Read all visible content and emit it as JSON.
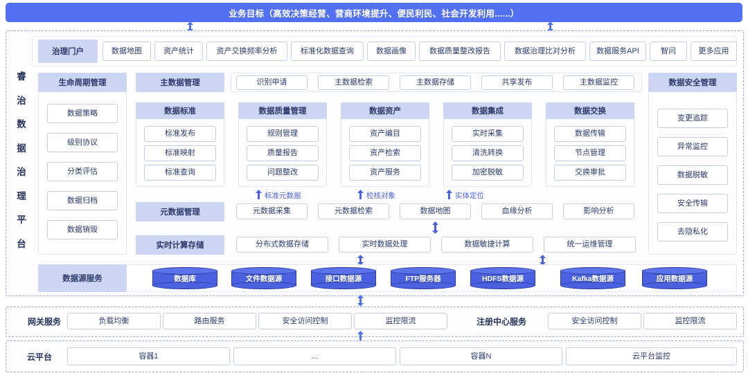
{
  "banner": {
    "title": "业务目标（高效决策经营、营商环境提升、便民利民、社会开发利用......）"
  },
  "platform": {
    "vertical_title_chars": [
      "睿",
      "治",
      "数",
      "据",
      "治",
      "理",
      "平",
      "台"
    ],
    "vertical_title": "睿治数据治理平台"
  },
  "portal": {
    "header": "治理门户",
    "items": [
      "数据地图",
      "资产统计",
      "资产交换频率分析",
      "标准化数据查询",
      "数据画像",
      "数据质量整改报告",
      "数据治理比对分析",
      "数据服务API",
      "智问",
      "更多应用"
    ]
  },
  "lifecycle": {
    "header": "生命周期管理",
    "items": [
      "数据策略",
      "级别协议",
      "分类评估",
      "数据归档",
      "数据销毁"
    ]
  },
  "security": {
    "header": "数据安全管理",
    "items": [
      "变更追踪",
      "异常监控",
      "数据脱敏",
      "安全传输",
      "去隐私化"
    ]
  },
  "master_data": {
    "header": "主数据管理",
    "items": [
      "识别申请",
      "主数据检索",
      "主数据存储",
      "共享发布",
      "主数据监控"
    ]
  },
  "groups": [
    {
      "header": "数据标准",
      "items": [
        "标准发布",
        "标准映射",
        "标准查询"
      ],
      "annotation": "标准元数据"
    },
    {
      "header": "数据质量管理",
      "items": [
        "规则管理",
        "质量报告",
        "问题整改"
      ],
      "annotation": "检核对象"
    },
    {
      "header": "数据资产",
      "items": [
        "资产编目",
        "资产检索",
        "资产服务"
      ],
      "annotation": "实体定位"
    },
    {
      "header": "数据集成",
      "items": [
        "实时采集",
        "清洗转换",
        "加密脱敏"
      ],
      "annotation": ""
    },
    {
      "header": "数据交换",
      "items": [
        "数据传输",
        "节点管理",
        "交换审批"
      ],
      "annotation": ""
    }
  ],
  "metadata": {
    "header": "元数据管理",
    "items": [
      "元数据采集",
      "元数据检索",
      "数据地图",
      "血缘分析",
      "影响分析"
    ]
  },
  "realtime": {
    "header": "实时计算存储",
    "items": [
      "分布式数据存储",
      "实时数据处理",
      "数据敏捷计算",
      "统一运维管理"
    ]
  },
  "datasource": {
    "header": "数据源服务",
    "items": [
      "数据库",
      "文件数据源",
      "接口数据源",
      "FTP服务器",
      "HDFS数据源",
      "Kafka数据源",
      "应用数据源"
    ]
  },
  "gateway": {
    "header": "网关服务",
    "items": [
      "负载均衡",
      "路由服务",
      "安全访问控制",
      "监控限流"
    ],
    "registry_header": "注册中心服务",
    "registry_items": [
      "安全访问控制",
      "监控限流"
    ]
  },
  "cloud": {
    "header": "云平台",
    "items": [
      "容器1",
      "...",
      "容器N",
      "云平台监控"
    ]
  },
  "colors": {
    "banner_blue": "#5271f2",
    "header_fill": "#ccd5f2",
    "cylinder_blue": "#4a62e0",
    "text_navy": "#2b3a6b",
    "border_blue": "#c3cdea",
    "dashed_blue": "#9aa8e6"
  }
}
